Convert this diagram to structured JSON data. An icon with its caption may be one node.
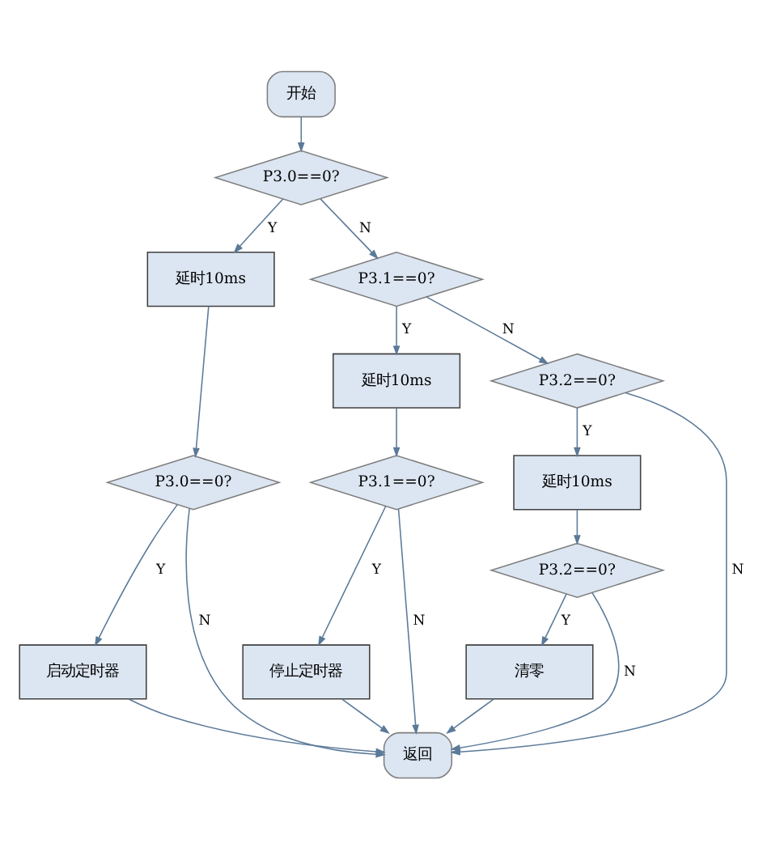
{
  "diagram": {
    "nodes": [
      {
        "text": [
          "开始"
        ]
      },
      {
        "text": [
          "P3.0==0?"
        ]
      },
      {
        "text": [
          "P3.1==0?"
        ]
      },
      {
        "text": [
          "延时10ms"
        ]
      },
      {
        "text": [
          "P3.2==0?"
        ]
      },
      {
        "text": [
          "延时10ms"
        ]
      },
      {
        "text": [
          "P3.0==0?"
        ]
      },
      {
        "text": [
          "P3.1==0?"
        ]
      },
      {
        "text": [
          "延时10ms"
        ]
      },
      {
        "text": [
          "P3.2==0?"
        ]
      },
      {
        "text": [
          "启动定时器"
        ]
      },
      {
        "text": [
          "停止定时器"
        ]
      },
      {
        "text": [
          "清零"
        ]
      },
      {
        "text": [
          "返回"
        ]
      }
    ],
    "edges": [
      {
        "from": 0,
        "to": 1,
        "arrow": "to"
      },
      {
        "from": 1,
        "to": 3,
        "arrow": "to",
        "label": "Y"
      },
      {
        "from": 1,
        "to": 2,
        "arrow": "to",
        "label": "N"
      },
      {
        "from": 2,
        "to": 5,
        "arrow": "to",
        "label": "Y"
      },
      {
        "from": 2,
        "to": 4,
        "arrow": "to",
        "label": "N"
      },
      {
        "from": 4,
        "to": 8,
        "arrow": "to",
        "label": "Y"
      },
      {
        "from": 4,
        "to": 13,
        "arrow": "to",
        "label": "N"
      },
      {
        "from": 3,
        "to": 6,
        "arrow": "to"
      },
      {
        "from": 6,
        "to": 10,
        "arrow": "to",
        "label": "Y"
      },
      {
        "from": 6,
        "to": 13,
        "arrow": "to",
        "label": "N"
      },
      {
        "from": 5,
        "to": 7,
        "arrow": "to"
      },
      {
        "from": 7,
        "to": 11,
        "arrow": "to",
        "label": "Y"
      },
      {
        "from": 7,
        "to": 13,
        "arrow": "to",
        "label": "N"
      },
      {
        "from": 8,
        "to": 9,
        "arrow": "to"
      },
      {
        "from": 9,
        "to": 12,
        "arrow": "to",
        "label": "Y"
      },
      {
        "from": 9,
        "to": 13,
        "arrow": "to",
        "label": "N"
      },
      {
        "from": 10,
        "to": 13,
        "arrow": "to"
      },
      {
        "from": 11,
        "to": 13,
        "arrow": "to"
      },
      {
        "from": 12,
        "to": 13,
        "arrow": "to"
      }
    ]
  }
}
